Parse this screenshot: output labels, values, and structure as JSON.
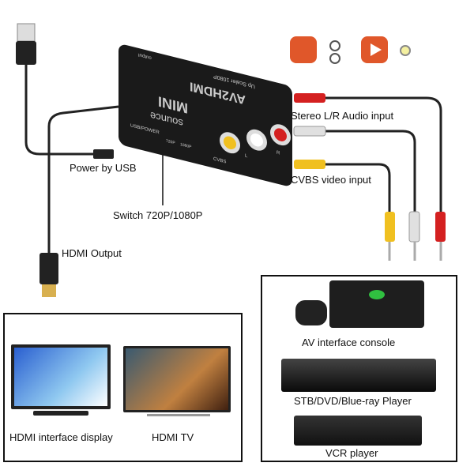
{
  "device": {
    "brand": "sounce",
    "model": "AV2HDMI",
    "series": "MINI",
    "subtitle": "Up Scaler 1080P",
    "port_output": "output",
    "port_usb": "USB/POWER",
    "switch_720": "720P",
    "switch_1080": "1080P",
    "port_cvbs": "CVBS",
    "port_l": "L",
    "port_r": "R"
  },
  "labels": {
    "audio_input": "Stereo L/R Audio input",
    "video_input": "CVBS video input",
    "power": "Power by USB",
    "switch": "Switch 720P/1080P",
    "hdmi_output": "HDMI Output"
  },
  "outputs": {
    "display": "HDMI interface display",
    "tv": "HDMI TV"
  },
  "sources": {
    "console": "AV interface console",
    "player": "STB/DVD/Blue-ray Player",
    "vcr": "VCR player"
  },
  "colors": {
    "red": "#d42020",
    "white": "#e8e8e8",
    "yellow": "#f0c020",
    "device": "#1a1a1a",
    "icon_orange": "#e0572a"
  }
}
